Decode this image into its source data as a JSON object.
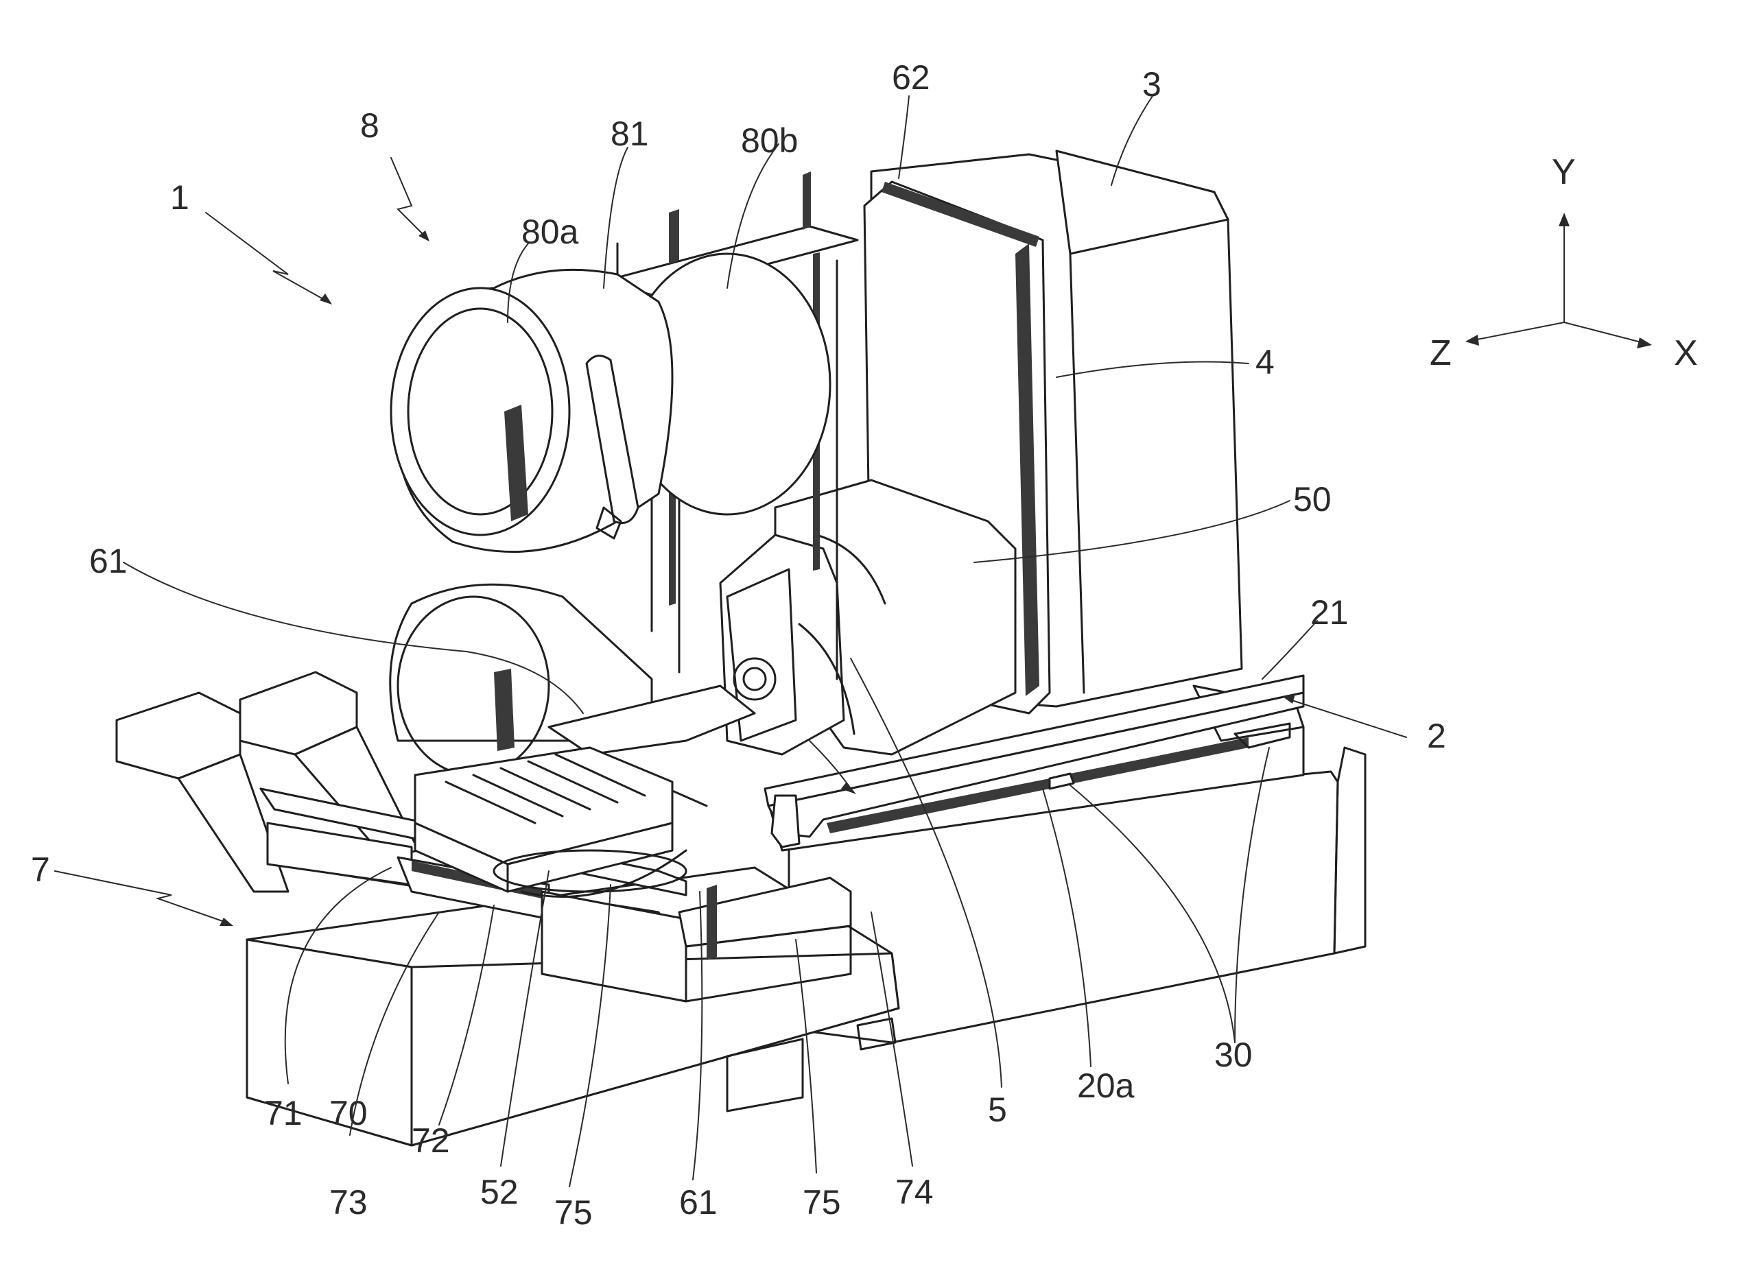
{
  "figure": {
    "labels": [
      {
        "id": "ref-1",
        "text": "1"
      },
      {
        "id": "ref-8",
        "text": "8"
      },
      {
        "id": "ref-80a",
        "text": "80a"
      },
      {
        "id": "ref-81",
        "text": "81"
      },
      {
        "id": "ref-80b",
        "text": "80b"
      },
      {
        "id": "ref-62",
        "text": "62"
      },
      {
        "id": "ref-3",
        "text": "3"
      },
      {
        "id": "ref-4",
        "text": "4"
      },
      {
        "id": "ref-50",
        "text": "50"
      },
      {
        "id": "ref-61-top",
        "text": "61"
      },
      {
        "id": "ref-21",
        "text": "21"
      },
      {
        "id": "ref-2",
        "text": "2"
      },
      {
        "id": "ref-7",
        "text": "7"
      },
      {
        "id": "ref-71",
        "text": "71"
      },
      {
        "id": "ref-70",
        "text": "70"
      },
      {
        "id": "ref-73",
        "text": "73"
      },
      {
        "id": "ref-72",
        "text": "72"
      },
      {
        "id": "ref-52",
        "text": "52"
      },
      {
        "id": "ref-75-left",
        "text": "75"
      },
      {
        "id": "ref-61-bottom",
        "text": "61"
      },
      {
        "id": "ref-75-right",
        "text": "75"
      },
      {
        "id": "ref-74",
        "text": "74"
      },
      {
        "id": "ref-5",
        "text": "5"
      },
      {
        "id": "ref-20a",
        "text": "20a"
      },
      {
        "id": "ref-30",
        "text": "30"
      }
    ],
    "axes": {
      "y": "Y",
      "z": "Z",
      "x": "X"
    }
  }
}
